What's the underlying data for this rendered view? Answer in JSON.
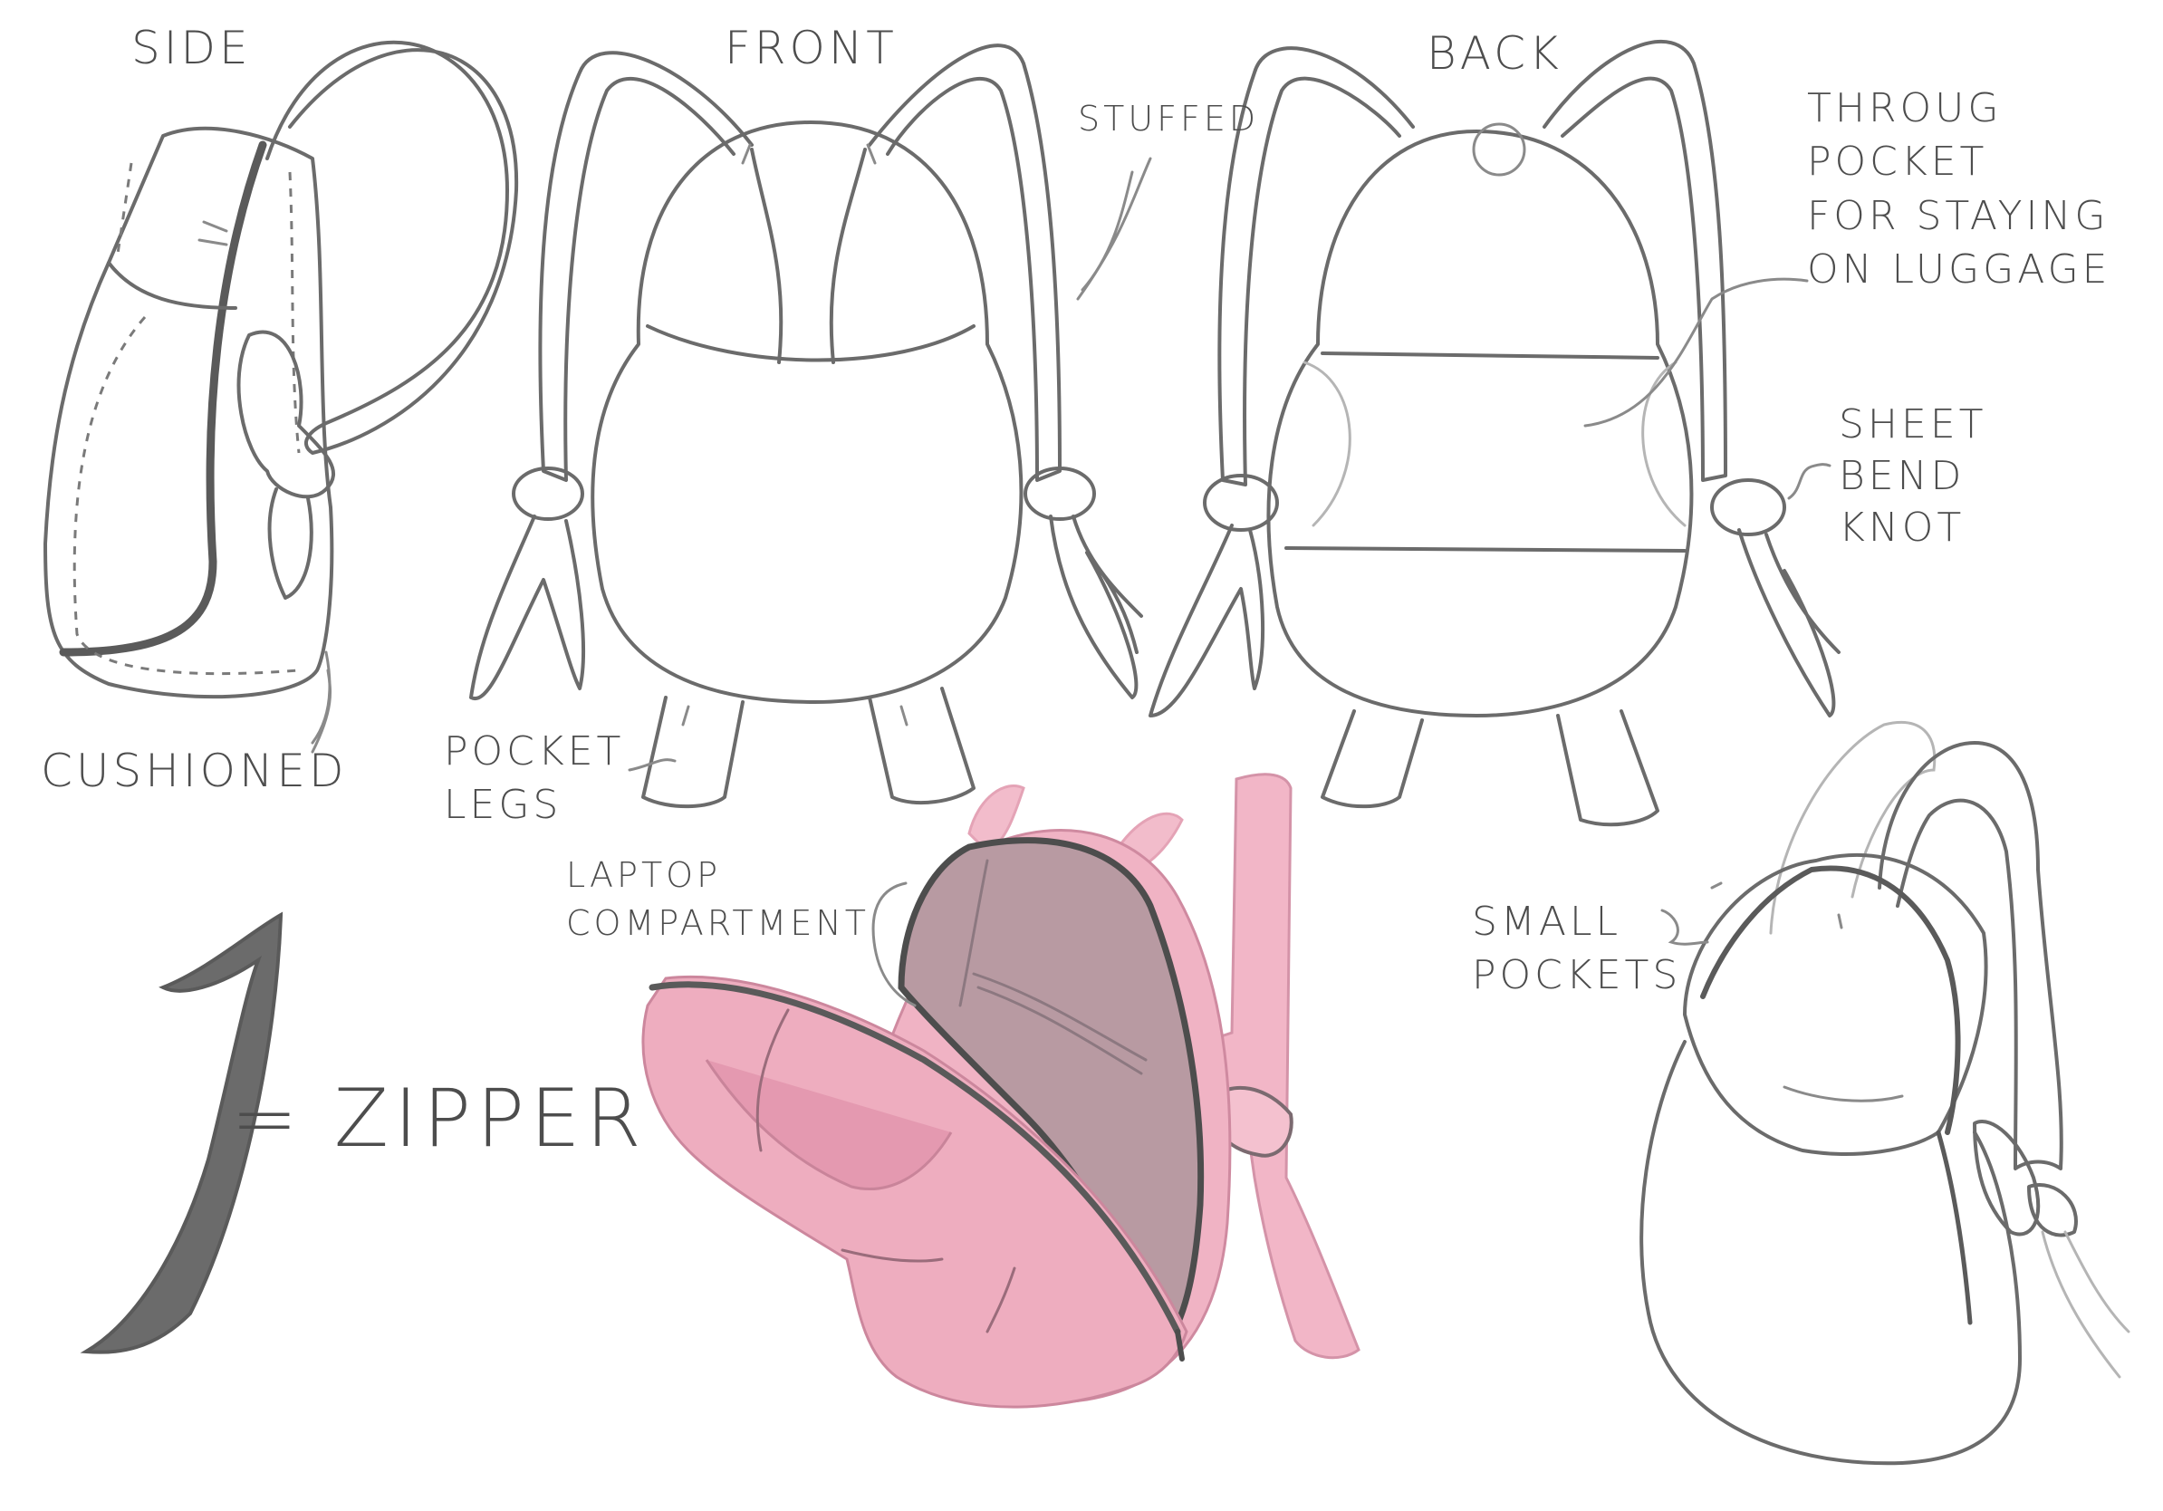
{
  "views": {
    "side": "SIDE",
    "front": "FRONT",
    "back": "BACK"
  },
  "annotations": {
    "stuffed": "STUFFED",
    "through_pocket": "THROUG\nPOCKET\nFOR STAYING\nON LUGGAGE",
    "sheet_bend_knot": "SHEET\nBEND\nKNOT",
    "cushioned": "CUSHIONED",
    "pocket_legs": "POCKET\nLEGS",
    "laptop_compartment": "LAPTOP\nCOMPARTMENT",
    "small_pockets": "SMALL\nPOCKETS"
  },
  "legend": {
    "symbol": "1",
    "text": "= ZIPPER"
  },
  "colors": {
    "ink": "#6b6b6b",
    "pink_fabric": "#f0b3c4",
    "pink_shadow": "#d88aa2",
    "compartment_interior": "#b89aa2",
    "background": "#ffffff"
  }
}
